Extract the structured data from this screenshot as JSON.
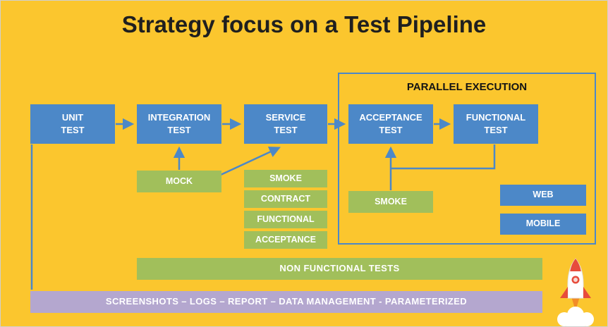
{
  "title": "Strategy focus on a Test Pipeline",
  "parallel_group": {
    "label": "PARALLEL EXECUTION"
  },
  "pipeline": [
    {
      "label": "UNIT\nTEST"
    },
    {
      "label": "INTEGRATION\nTEST"
    },
    {
      "label": "SERVICE\nTEST"
    },
    {
      "label": "ACCEPTANCE\nTEST"
    },
    {
      "label": "FUNCTIONAL\nTEST"
    }
  ],
  "integration_sub": {
    "label": "MOCK"
  },
  "service_sub": [
    {
      "label": "SMOKE"
    },
    {
      "label": "CONTRACT"
    },
    {
      "label": "FUNCTIONAL"
    },
    {
      "label": "ACCEPTANCE"
    }
  ],
  "acceptance_sub": {
    "label": "SMOKE"
  },
  "platforms": [
    {
      "label": "WEB"
    },
    {
      "label": "MOBILE"
    }
  ],
  "non_functional_bar": {
    "label": "NON FUNCTIONAL TESTS"
  },
  "footer_bar": {
    "label": "SCREENSHOTS – LOGS – REPORT – DATA MANAGEMENT - PARAMETERIZED"
  },
  "icons": {
    "rocket": "rocket-icon"
  },
  "colors": {
    "background": "#FBC62E",
    "node_blue": "#4C88C8",
    "node_green": "#A1BF5B",
    "footer_purple": "#B4A7CF",
    "title_text": "#1F1F1F",
    "node_text": "#FFFFFF",
    "rocket_accent": "#E74C3C",
    "flame_orange": "#F28C28"
  }
}
